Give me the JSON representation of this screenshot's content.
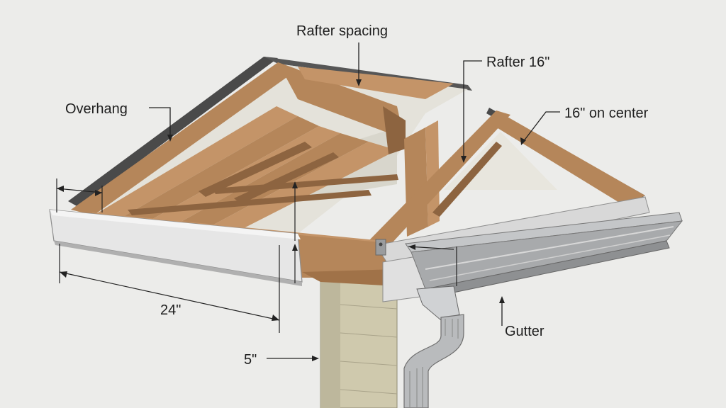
{
  "labels": {
    "rafter_spacing": "Rafter spacing",
    "rafter_16": "Rafter 16\"",
    "overhang": "Overhang",
    "on_center": "16\" on center",
    "dim_24": "24\"",
    "gutter": "Gutter",
    "dim_5": "5\""
  },
  "colors": {
    "background": "#ececea",
    "wood": "#b5865a",
    "wood_dark": "#8d6440",
    "shingle": "#4a4a4a",
    "fascia": "#e6e6e6",
    "gutter": "#9a9c9e",
    "wall": "#cfc9ad"
  }
}
